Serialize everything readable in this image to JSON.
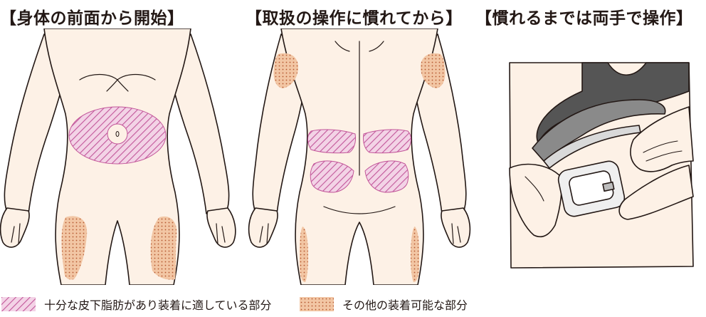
{
  "panels": {
    "front": {
      "heading": "【身体の前面から開始】"
    },
    "back": {
      "heading": "【取扱の操作に慣れてから】"
    },
    "hands": {
      "heading": "【慣れるまでは両手で操作】"
    }
  },
  "legend": {
    "suitable": {
      "label": "十分な皮下脂肪があり装着に適している部分",
      "color": "#c2569a"
    },
    "other": {
      "label": "その他の装着可能な部分",
      "color": "#e49a6a"
    }
  },
  "colors": {
    "skin": "#fdf1e6",
    "outline": "#231815",
    "cloth": "#6d6d6d",
    "device": "#efefef"
  }
}
